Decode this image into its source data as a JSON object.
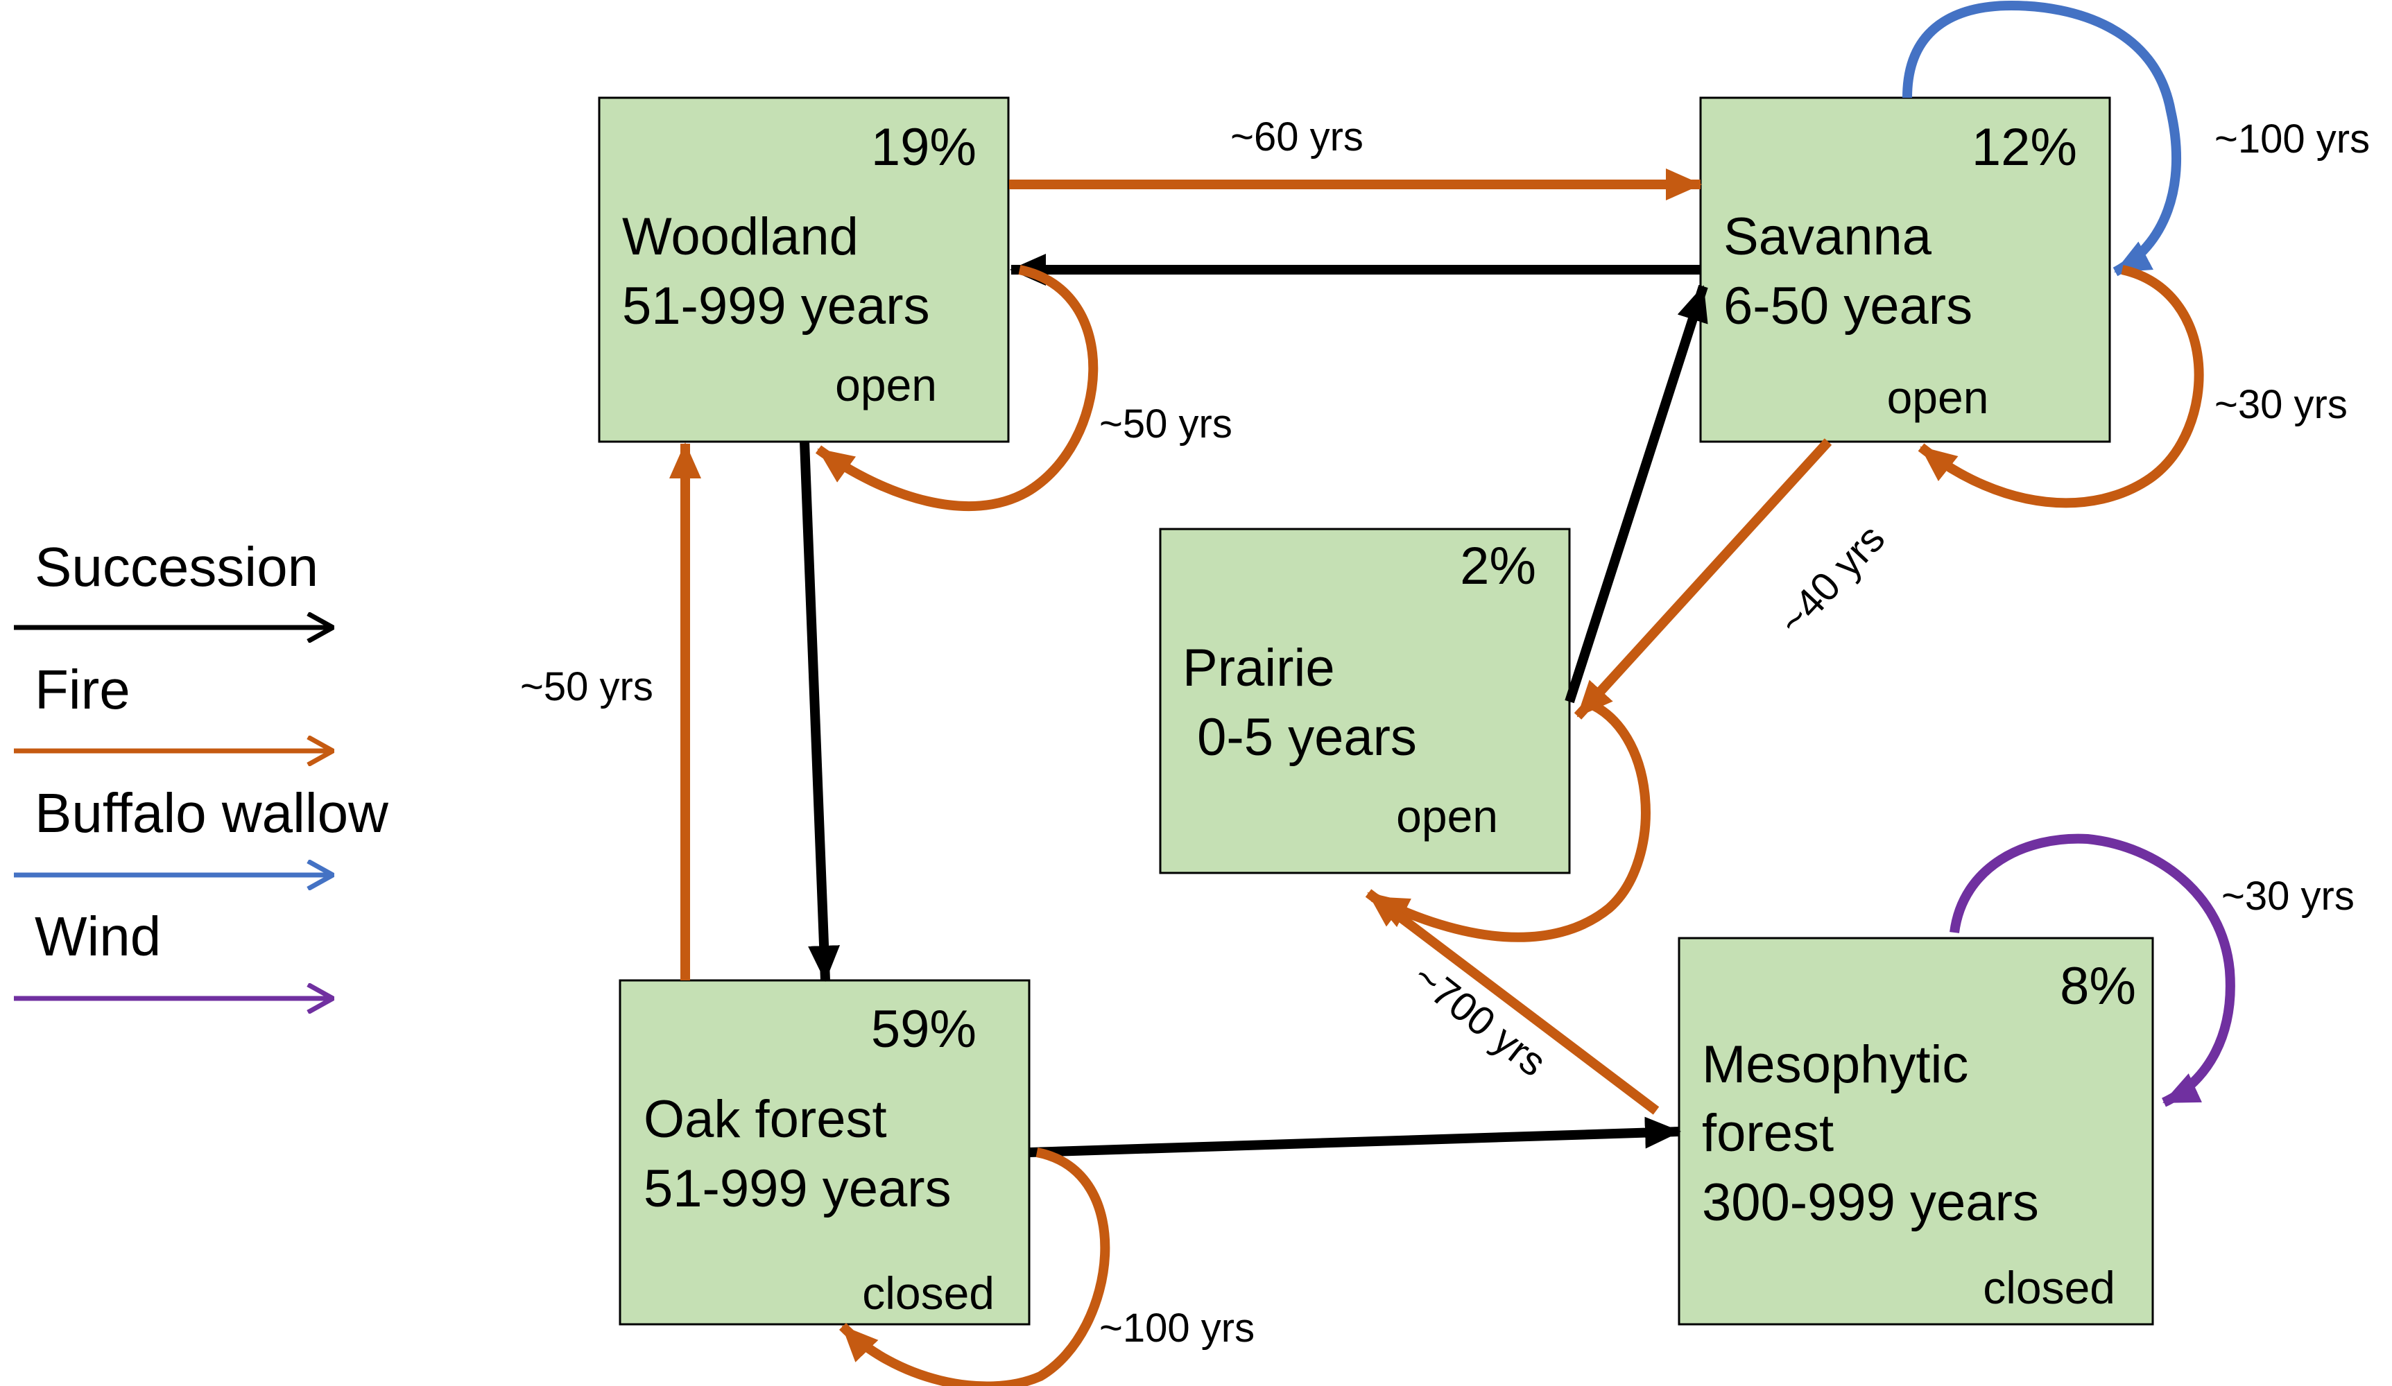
{
  "colors": {
    "succession": "#000000",
    "fire": "#c55a11",
    "buffalo_wallow": "#4472c4",
    "wind": "#7030a0",
    "box_fill": "#c5e0b4"
  },
  "legend": [
    {
      "key": "succession",
      "label": "Succession"
    },
    {
      "key": "fire",
      "label": "Fire"
    },
    {
      "key": "buffalo_wallow",
      "label": "Buffalo wallow"
    },
    {
      "key": "wind",
      "label": "Wind"
    }
  ],
  "states": {
    "woodland": {
      "percent": "19%",
      "name": "Woodland",
      "age": "51-999 years",
      "canopy": "open"
    },
    "savanna": {
      "percent": "12%",
      "name": "Savanna",
      "age": "6-50 years",
      "canopy": "open"
    },
    "prairie": {
      "percent": "2%",
      "name": "Prairie",
      "age": " 0-5 years",
      "canopy": "open"
    },
    "oak_forest": {
      "percent": "59%",
      "name": "Oak forest",
      "age": "51-999 years",
      "canopy": "closed"
    },
    "mesophytic_forest": {
      "percent": "8%",
      "name_line1": "Mesophytic",
      "name_line2": "forest",
      "age": "300-999 years",
      "canopy": "closed"
    }
  },
  "transitions": [
    {
      "from": "woodland",
      "to": "savanna",
      "type": "fire",
      "label": "~60 yrs"
    },
    {
      "from": "savanna",
      "to": "woodland",
      "type": "succession",
      "label": ""
    },
    {
      "from": "woodland",
      "to": "woodland",
      "type": "fire",
      "label": "~50 yrs"
    },
    {
      "from": "savanna",
      "to": "savanna",
      "type": "buffalo_wallow",
      "label": "~100 yrs"
    },
    {
      "from": "savanna",
      "to": "savanna",
      "type": "fire",
      "label": "~30 yrs"
    },
    {
      "from": "savanna",
      "to": "prairie",
      "type": "fire",
      "label": "~40 yrs"
    },
    {
      "from": "prairie",
      "to": "savanna",
      "type": "succession",
      "label": ""
    },
    {
      "from": "prairie",
      "to": "prairie",
      "type": "fire",
      "label": ""
    },
    {
      "from": "oak_forest",
      "to": "woodland",
      "type": "fire",
      "label": "~50 yrs"
    },
    {
      "from": "woodland",
      "to": "oak_forest",
      "type": "succession",
      "label": ""
    },
    {
      "from": "oak_forest",
      "to": "mesophytic_forest",
      "type": "succession",
      "label": ""
    },
    {
      "from": "oak_forest",
      "to": "oak_forest",
      "type": "fire",
      "label": "~100 yrs"
    },
    {
      "from": "mesophytic_forest",
      "to": "prairie",
      "type": "fire",
      "label": "~700 yrs"
    },
    {
      "from": "mesophytic_forest",
      "to": "mesophytic_forest",
      "type": "wind",
      "label": "~30 yrs"
    }
  ]
}
